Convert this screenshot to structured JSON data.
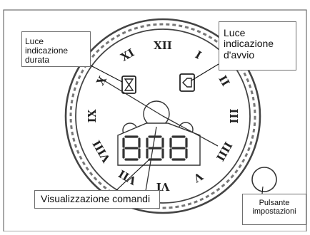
{
  "diagram": {
    "labels": {
      "duration_light": [
        "Luce",
        "indicazione",
        "durata"
      ],
      "start_light": [
        "Luce",
        "indicazione",
        "d'avvio"
      ],
      "command_display": "Visualizzazione comandi",
      "settings_button": [
        "Pulsante",
        "impostazioni"
      ]
    },
    "roman_numerals": [
      "XII",
      "I",
      "II",
      "III",
      "IIII",
      "V",
      "VI",
      "VII",
      "VIII",
      "IX",
      "X",
      "XI"
    ],
    "display_digits": [
      "8",
      "8",
      "8"
    ],
    "icons": [
      "hourglass-icon",
      "start-arrow-icon"
    ],
    "colors": {
      "line": "#222222",
      "frame": "#6e6e6e",
      "ring": "#444444"
    }
  }
}
